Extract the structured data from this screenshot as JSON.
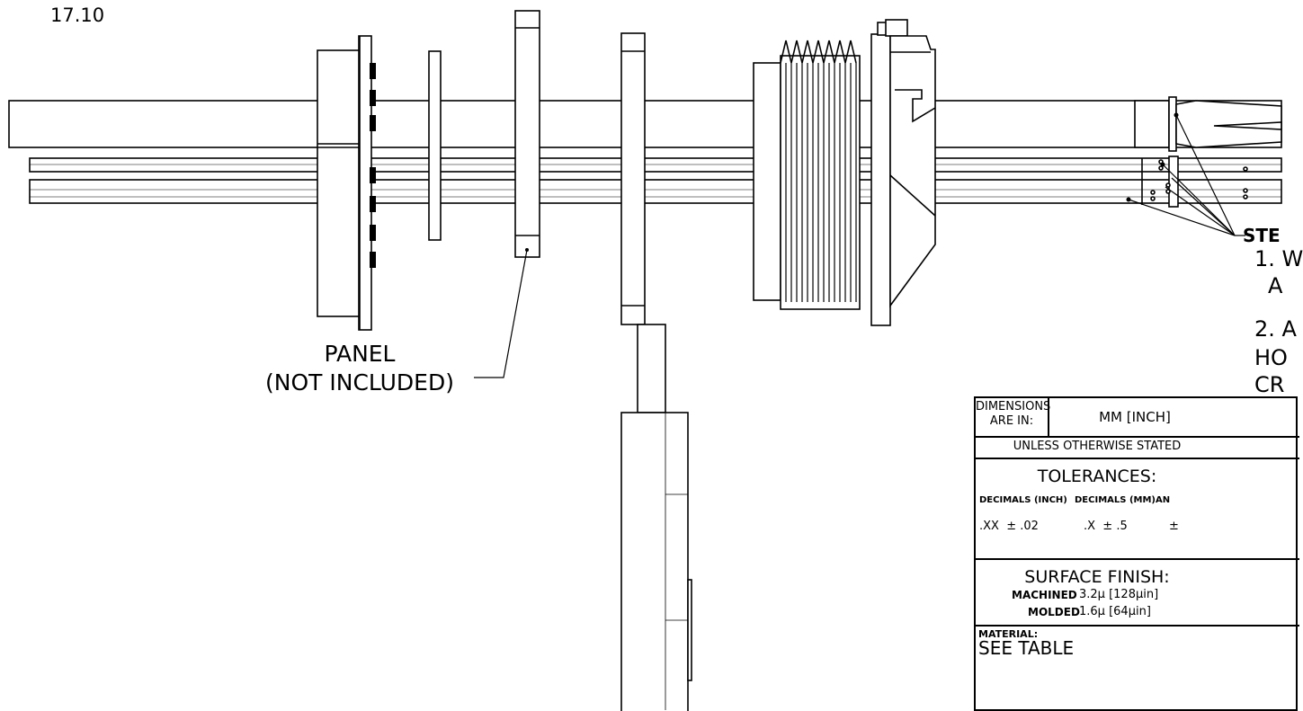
{
  "drawing": {
    "dimension_text": "17.10",
    "panel_callout": {
      "line1": "PANEL",
      "line2": "(NOT INCLUDED)"
    },
    "step_notes": {
      "header": "STE",
      "line1": "1. W",
      "line2": "A",
      "line3": "2. A",
      "line4": "HO",
      "line5": "CR"
    }
  },
  "title_block": {
    "dimensions_label": "DIMENSIONS ARE IN:",
    "dimensions_value": "MM [INCH]",
    "unless_stated": "UNLESS OTHERWISE STATED",
    "tolerances_title": "TOLERANCES:",
    "col_decimals_inch": "DECIMALS (INCH)",
    "col_decimals_mm": "DECIMALS (MM)",
    "col_angles": "AN",
    "tol_inch": ".XX  ± .02",
    "tol_mm": ".X  ± .5",
    "tol_angle": "±",
    "surface_finish_title": "SURFACE FINISH:",
    "machined_label": "MACHINED",
    "machined_value": "3.2μ [128μin]",
    "molded_label": "MOLDED",
    "molded_value": "1.6μ [64μin]",
    "material_label": "MATERIAL:",
    "material_value": "SEE TABLE"
  },
  "colors": {
    "line": "#000000",
    "background": "#ffffff"
  }
}
